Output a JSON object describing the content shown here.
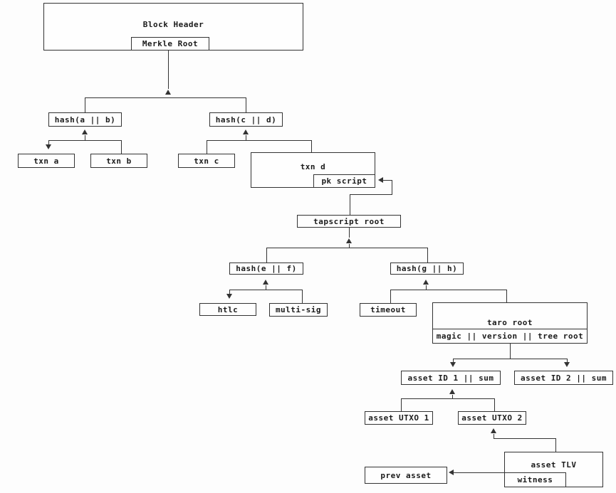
{
  "colors": {
    "background": "#fdfdfd",
    "line": "#333333",
    "box_fill": "#fefefe",
    "text": "#1a1a1a"
  },
  "nodes": {
    "block_header": "Block Header",
    "merkle_root": "Merkle Root",
    "hash_ab": "hash(a || b)",
    "hash_cd": "hash(c || d)",
    "txn_a": "txn a",
    "txn_b": "txn b",
    "txn_c": "txn c",
    "txn_d": "txn d",
    "pk_script": "pk script",
    "tapscript_root": "tapscript root",
    "hash_ef": "hash(e || f)",
    "hash_gh": "hash(g || h)",
    "htlc": "htlc",
    "multi_sig": "multi-sig",
    "timeout": "timeout",
    "taro_root": "taro root",
    "taro_fields": "magic || version || tree root",
    "asset_id_1": "asset ID 1 || sum",
    "asset_id_2": "asset ID 2 || sum",
    "asset_utxo_1": "asset UTXO 1",
    "asset_utxo_2": "asset UTXO 2",
    "asset_tlv": "asset TLV",
    "witness": "witness",
    "prev_asset": "prev asset"
  },
  "edges": [
    {
      "from": "hash_ab+hash_cd",
      "to": "merkle_root",
      "arrow": "up"
    },
    {
      "from": "txn_a+txn_b",
      "to": "hash_ab",
      "arrow": "up-and-down-to-txn-a"
    },
    {
      "from": "txn_c+txn_d",
      "to": "hash_cd",
      "arrow": "up"
    },
    {
      "from": "tapscript_root",
      "to": "pk_script",
      "arrow": "left-elbow"
    },
    {
      "from": "hash_ef+hash_gh",
      "to": "tapscript_root",
      "arrow": "up"
    },
    {
      "from": "htlc+multi_sig",
      "to": "hash_ef",
      "arrow": "up-and-down-to-htlc"
    },
    {
      "from": "timeout+taro_root",
      "to": "hash_gh",
      "arrow": "up"
    },
    {
      "from": "taro_root",
      "to": "asset_id_1+asset_id_2",
      "arrow": "down"
    },
    {
      "from": "asset_utxo_1+asset_utxo_2",
      "to": "asset_id_1",
      "arrow": "up"
    },
    {
      "from": "asset_tlv",
      "to": "asset_utxo_2",
      "arrow": "up-elbow"
    },
    {
      "from": "asset_tlv",
      "to": "prev_asset",
      "arrow": "left"
    }
  ]
}
